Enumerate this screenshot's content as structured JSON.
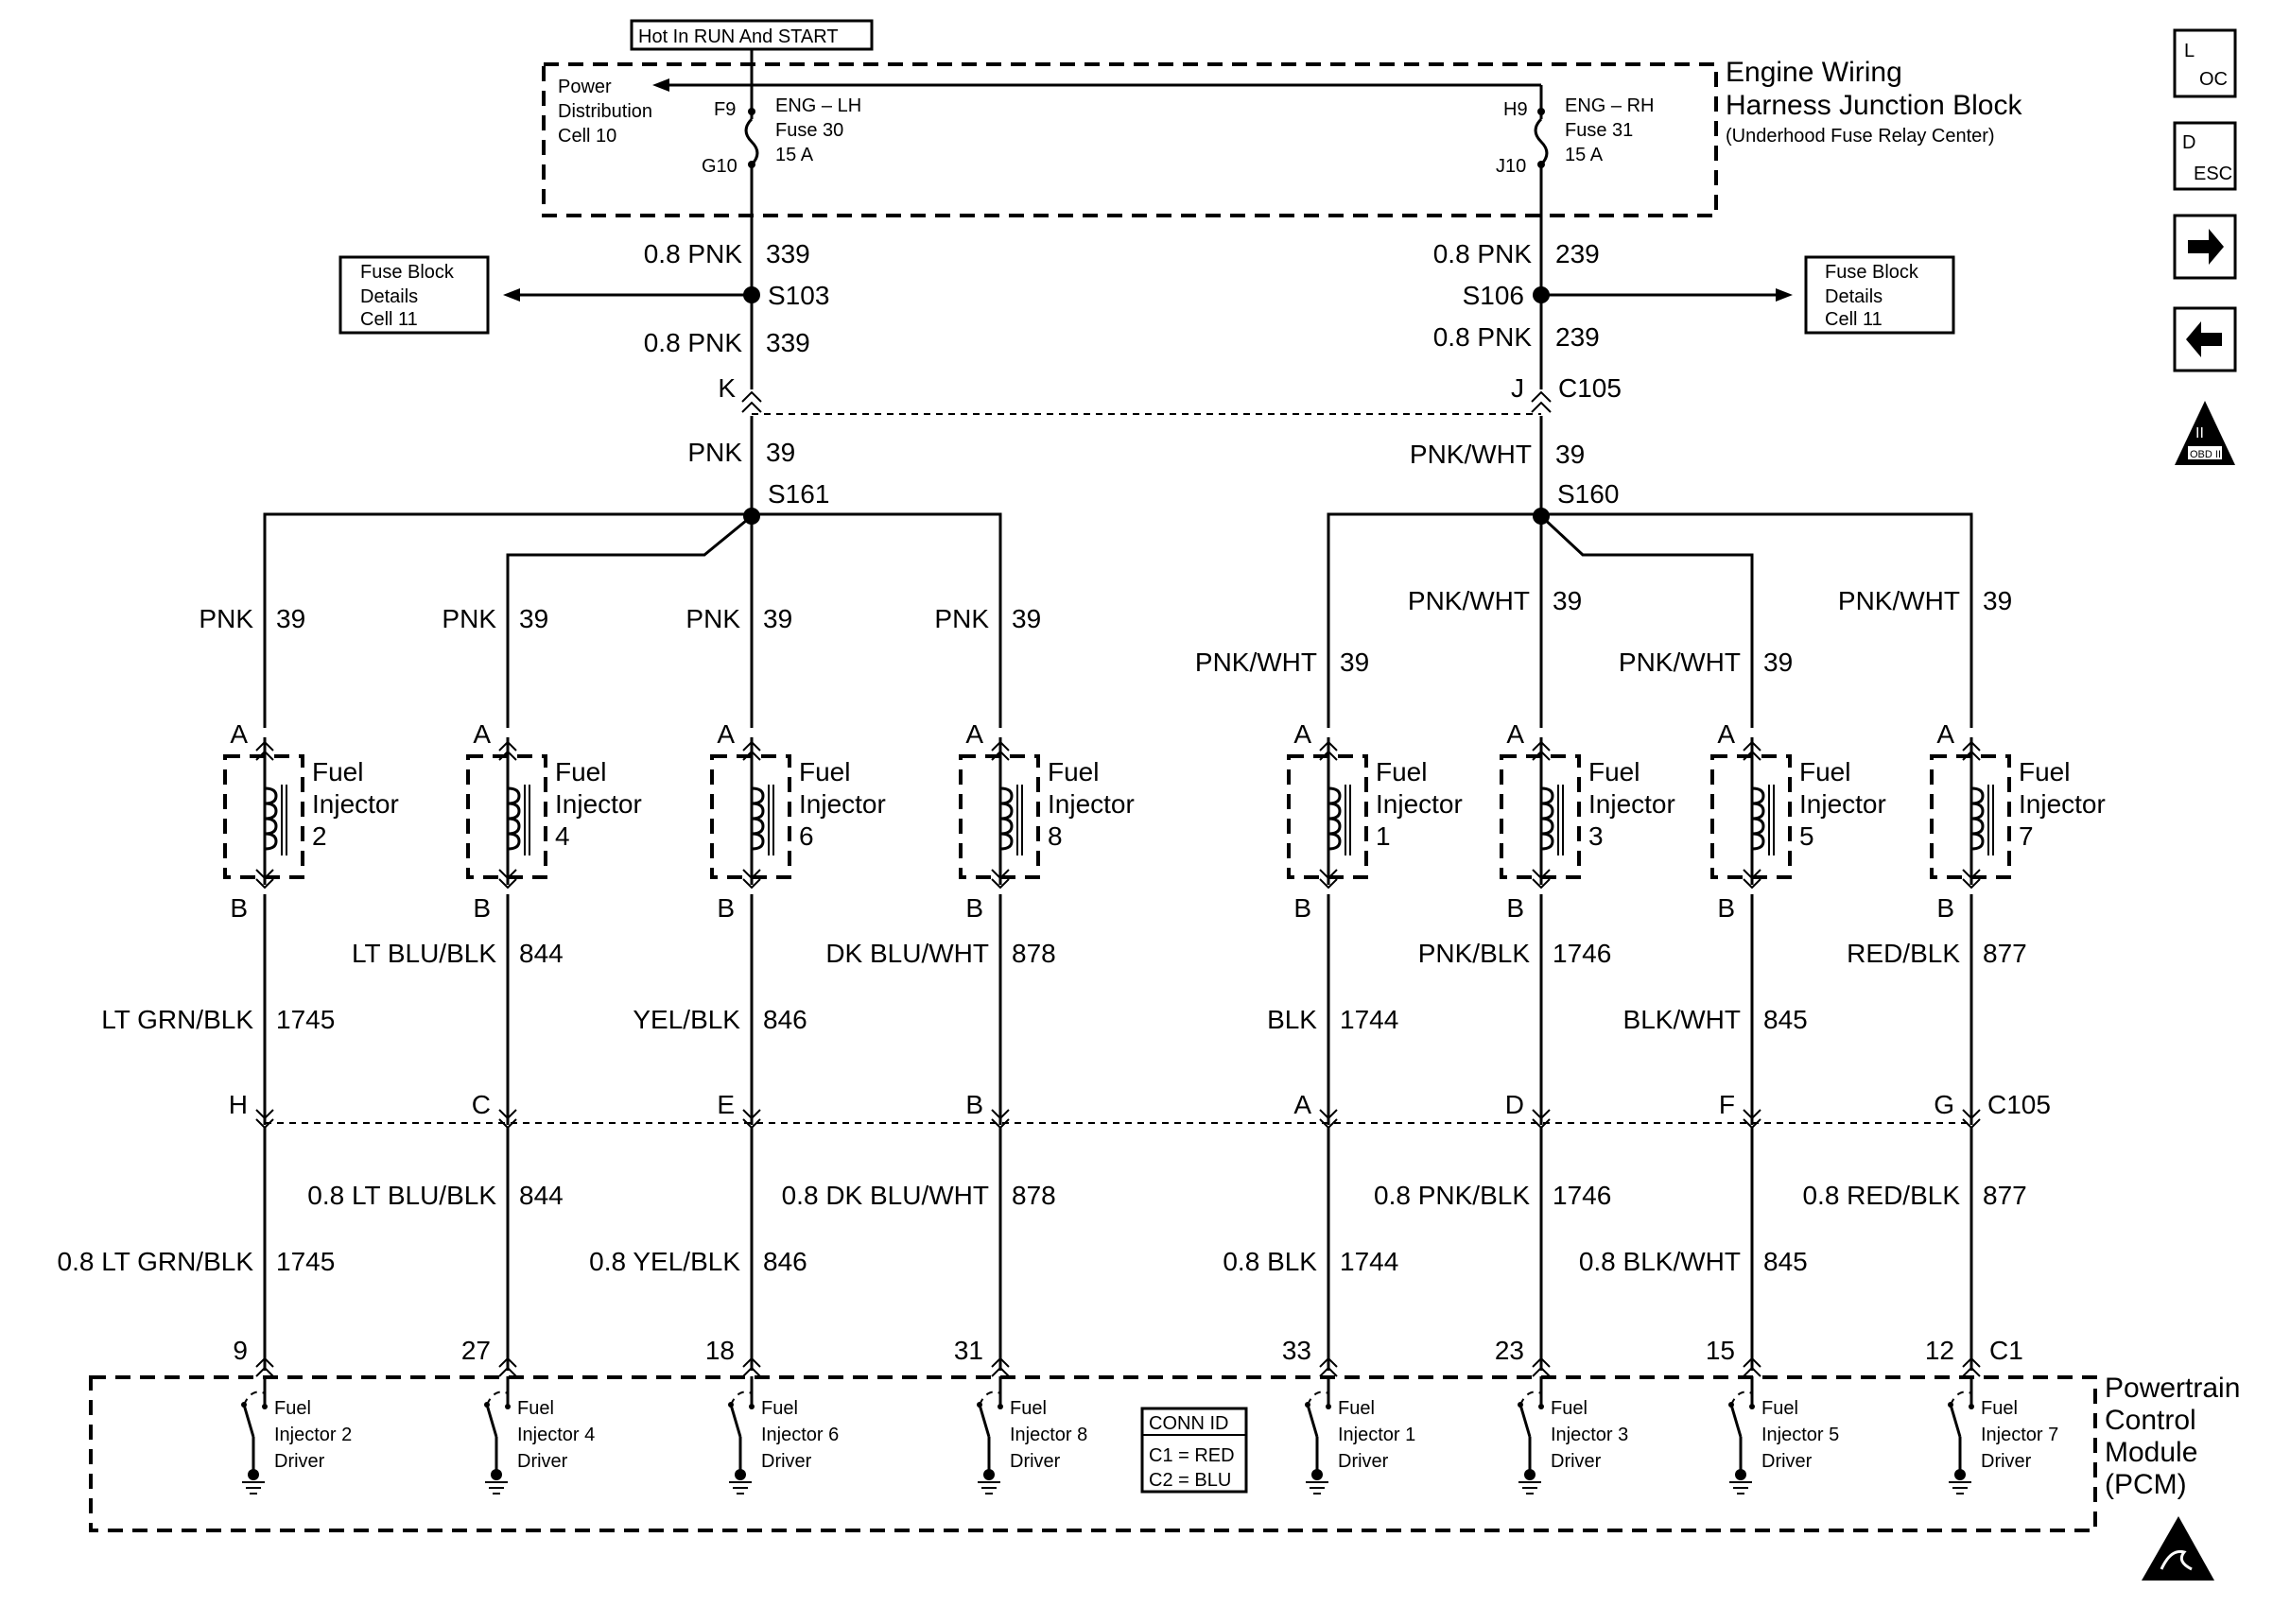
{
  "hot_label": "Hot In RUN And START",
  "junction_block": {
    "title_line1": "Engine Wiring",
    "title_line2": "Harness Junction Block",
    "subtitle": "(Underhood Fuse Relay Center)",
    "power_line1": "Power",
    "power_line2": "Distribution",
    "power_line3": "Cell 10"
  },
  "fuses": [
    {
      "top_pin": "F9",
      "bottom_pin": "G10",
      "line1": "ENG – LH",
      "line2": "Fuse 30",
      "line3": "15 A"
    },
    {
      "top_pin": "H9",
      "bottom_pin": "J10",
      "line1": "ENG – RH",
      "line2": "Fuse 31",
      "line3": "15 A"
    }
  ],
  "fuse_block_refs": [
    {
      "line1": "Fuse Block",
      "line2": "Details",
      "line3": "Cell 11"
    },
    {
      "line1": "Fuse Block",
      "line2": "Details",
      "line3": "Cell 11"
    }
  ],
  "feeds": [
    {
      "upper_color": "0.8 PNK",
      "upper_circuit": "339",
      "splice": "S103",
      "lower_color": "0.8 PNK",
      "lower_circuit": "339",
      "pin": "K",
      "color": "PNK",
      "circuit": "39",
      "splice2": "S161"
    },
    {
      "upper_color": "0.8 PNK",
      "upper_circuit": "239",
      "splice": "S106",
      "lower_color": "0.8 PNK",
      "lower_circuit": "239",
      "pin": "J",
      "color": "PNK/WHT",
      "circuit": "39",
      "splice2": "S160"
    }
  ],
  "connector_c105": "C105",
  "connector_c1": "C1",
  "injector_text": {
    "line1": "Fuel",
    "line2": "Injector"
  },
  "injectors": [
    {
      "num": "2",
      "pin_a": "A",
      "pin_b": "B",
      "in_color": "PNK",
      "in_circuit": "39",
      "out_color": "LT GRN/BLK",
      "out_circuit": "1745",
      "c105_pin": "H",
      "pcm_color": "0.8 LT GRN/BLK",
      "pcm_circuit": "1745",
      "pcm_pin": "9",
      "driver1": "Fuel",
      "driver2": "Injector 2",
      "driver3": "Driver"
    },
    {
      "num": "4",
      "pin_a": "A",
      "pin_b": "B",
      "in_color": "PNK",
      "in_circuit": "39",
      "out_color": "LT BLU/BLK",
      "out_circuit": "844",
      "c105_pin": "C",
      "pcm_color": "0.8 LT BLU/BLK",
      "pcm_circuit": "844",
      "pcm_pin": "27",
      "driver1": "Fuel",
      "driver2": "Injector 4",
      "driver3": "Driver"
    },
    {
      "num": "6",
      "pin_a": "A",
      "pin_b": "B",
      "in_color": "PNK",
      "in_circuit": "39",
      "out_color": "YEL/BLK",
      "out_circuit": "846",
      "c105_pin": "E",
      "pcm_color": "0.8 YEL/BLK",
      "pcm_circuit": "846",
      "pcm_pin": "18",
      "driver1": "Fuel",
      "driver2": "Injector 6",
      "driver3": "Driver"
    },
    {
      "num": "8",
      "pin_a": "A",
      "pin_b": "B",
      "in_color": "PNK",
      "in_circuit": "39",
      "out_color": "DK BLU/WHT",
      "out_circuit": "878",
      "c105_pin": "B",
      "pcm_color": "0.8 DK BLU/WHT",
      "pcm_circuit": "878",
      "pcm_pin": "31",
      "driver1": "Fuel",
      "driver2": "Injector 8",
      "driver3": "Driver"
    },
    {
      "num": "1",
      "pin_a": "A",
      "pin_b": "B",
      "in_color": "PNK/WHT",
      "in_circuit": "39",
      "out_color": "BLK",
      "out_circuit": "1744",
      "c105_pin": "A",
      "pcm_color": "0.8 BLK",
      "pcm_circuit": "1744",
      "pcm_pin": "33",
      "driver1": "Fuel",
      "driver2": "Injector 1",
      "driver3": "Driver"
    },
    {
      "num": "3",
      "pin_a": "A",
      "pin_b": "B",
      "in_color": "PNK/WHT",
      "in_circuit": "39",
      "out_color": "PNK/BLK",
      "out_circuit": "1746",
      "c105_pin": "D",
      "pcm_color": "0.8 PNK/BLK",
      "pcm_circuit": "1746",
      "pcm_pin": "23",
      "driver1": "Fuel",
      "driver2": "Injector 3",
      "driver3": "Driver"
    },
    {
      "num": "5",
      "pin_a": "A",
      "pin_b": "B",
      "in_color": "PNK/WHT",
      "in_circuit": "39",
      "out_color": "BLK/WHT",
      "out_circuit": "845",
      "c105_pin": "F",
      "pcm_color": "0.8 BLK/WHT",
      "pcm_circuit": "845",
      "pcm_pin": "15",
      "driver1": "Fuel",
      "driver2": "Injector 5",
      "driver3": "Driver"
    },
    {
      "num": "7",
      "pin_a": "A",
      "pin_b": "B",
      "in_color": "PNK/WHT",
      "in_circuit": "39",
      "out_color": "RED/BLK",
      "out_circuit": "877",
      "c105_pin": "G",
      "pcm_color": "0.8 RED/BLK",
      "pcm_circuit": "877",
      "pcm_pin": "12",
      "driver1": "Fuel",
      "driver2": "Injector 7",
      "driver3": "Driver"
    }
  ],
  "pcm": {
    "line1": "Powertrain",
    "line2": "Control",
    "line3": "Module",
    "line4": "(PCM)"
  },
  "conn_id": {
    "title": "CONN ID",
    "line1": "C1 = RED",
    "line2": "C2 = BLU"
  },
  "side_icons": [
    {
      "name": "loc",
      "big": "L",
      "small": "OC"
    },
    {
      "name": "desc",
      "big": "D",
      "small": "ESC"
    },
    {
      "name": "next",
      "glyph": "➡"
    },
    {
      "name": "prev",
      "glyph": "⬅"
    },
    {
      "name": "obd",
      "top": "II",
      "bottom": "OBD II"
    }
  ]
}
